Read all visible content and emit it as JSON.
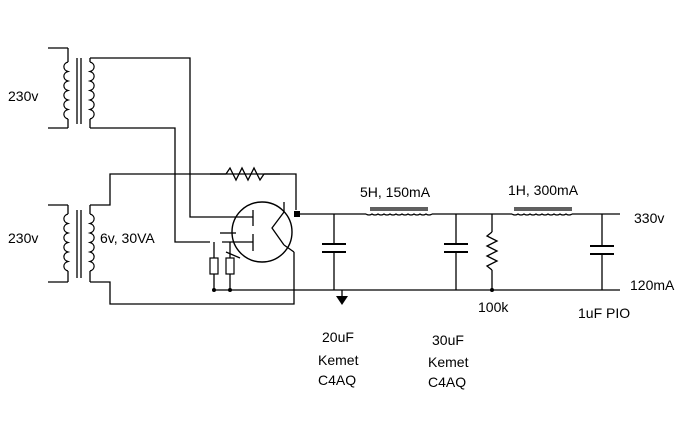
{
  "labels": {
    "mains_top": "230v",
    "mains_bottom": "230v",
    "heater": "6v, 30VA",
    "choke1": "5H, 150mA",
    "choke2": "1H, 300mA",
    "out_voltage": "330v",
    "out_current": "120mA",
    "bleeder": "100k",
    "cap3": "1uF PIO",
    "cap1_value": "20uF",
    "cap1_brand": "Kemet",
    "cap1_model": "C4AQ",
    "cap2_value": "30uF",
    "cap2_brand": "Kemet",
    "cap2_model": "C4AQ"
  }
}
